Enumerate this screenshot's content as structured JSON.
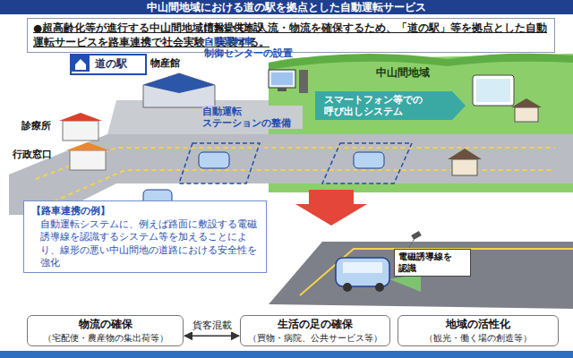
{
  "diagram": {
    "title": "中山間地域における道の駅を拠点とした自動運転サービス",
    "nodes": [
      {
        "text": [
          "●超高齢化等が進行する中山間地域において、人流・物流を確保するため、「道の駅」等を拠点とした自動運転サービスを路車連携で社会実験・実装する。"
        ]
      },
      {
        "text": [
          "道の駅"
        ]
      },
      {
        "text": [
          "【路車連携の例】",
          "自動運転システムに、例えば路面に敷設する電磁誘導線を認識するシステム等を加えることにより、線形の悪い中山間地の道路における安全性を強化"
        ]
      },
      {
        "text": [
          "電磁誘導線を 認識"
        ]
      },
      {
        "text": [
          "物流の確保",
          "（宅配便・農産物の集出荷等）"
        ]
      },
      {
        "text": [
          "生活の足の確保",
          "（買物・病院、公共サービス等）"
        ]
      },
      {
        "text": [
          "地域の活性化",
          "（観光・働く場の創造等）"
        ]
      }
    ],
    "edges": [
      {
        "from": 4,
        "to": 5,
        "label": "貨客混載",
        "arrow": "both"
      }
    ],
    "labels": [
      "物産館",
      "診療所",
      "行政窓口",
      "情報提供施設",
      "自動運転車 制御センターの設置",
      "中山間地域",
      "スマートフォン等での 呼び出しシステム",
      "自動運転 ステーションの整備"
    ]
  }
}
